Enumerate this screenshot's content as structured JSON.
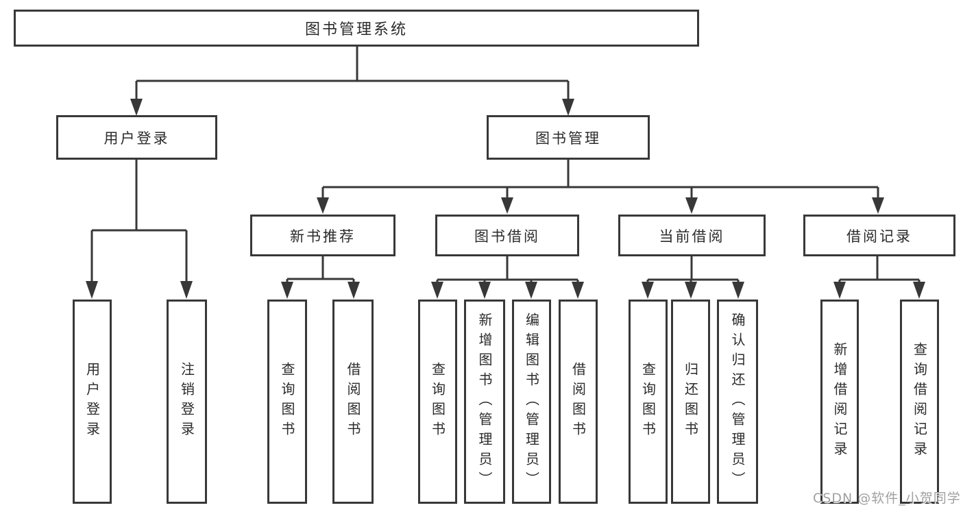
{
  "diagram": {
    "title": "图书管理系统",
    "colors": {
      "line": "#383838",
      "text": "#2b2b2b",
      "background": "#ffffff",
      "watermark": "#a0a0a0"
    },
    "nodes": {
      "root": {
        "label": "图书管理系统"
      },
      "user_login": {
        "label": "用户登录"
      },
      "book_mgmt": {
        "label": "图书管理"
      },
      "new_book_rec": {
        "label": "新书推荐"
      },
      "book_borrow": {
        "label": "图书借阅"
      },
      "current_borrow": {
        "label": "当前借阅"
      },
      "borrow_record": {
        "label": "借阅记录"
      },
      "leaf_user_login": {
        "label": "用户登录"
      },
      "leaf_logout": {
        "label": "注销登录"
      },
      "rec_query_book": {
        "label": "查询图书"
      },
      "rec_borrow_book": {
        "label": "借阅图书"
      },
      "bb_query_book": {
        "label": "查询图书"
      },
      "bb_add_book": {
        "label": "新增图书（管理员）"
      },
      "bb_edit_book": {
        "label": "编辑图书（管理员）"
      },
      "bb_borrow_book": {
        "label": "借阅图书"
      },
      "cb_query_book": {
        "label": "查询图书"
      },
      "cb_return_book": {
        "label": "归还图书"
      },
      "cb_confirm_return": {
        "label": "确认归还（管理员）"
      },
      "br_add_record": {
        "label": "新增借阅记录"
      },
      "br_query_record": {
        "label": "查询借阅记录"
      }
    },
    "edges": [
      [
        "图书管理系统",
        "用户登录"
      ],
      [
        "图书管理系统",
        "图书管理"
      ],
      [
        "用户登录",
        "用户登录"
      ],
      [
        "用户登录",
        "注销登录"
      ],
      [
        "图书管理",
        "新书推荐"
      ],
      [
        "图书管理",
        "图书借阅"
      ],
      [
        "图书管理",
        "当前借阅"
      ],
      [
        "图书管理",
        "借阅记录"
      ],
      [
        "新书推荐",
        "查询图书"
      ],
      [
        "新书推荐",
        "借阅图书"
      ],
      [
        "图书借阅",
        "查询图书"
      ],
      [
        "图书借阅",
        "新增图书（管理员）"
      ],
      [
        "图书借阅",
        "编辑图书（管理员）"
      ],
      [
        "图书借阅",
        "借阅图书"
      ],
      [
        "当前借阅",
        "查询图书"
      ],
      [
        "当前借阅",
        "归还图书"
      ],
      [
        "当前借阅",
        "确认归还（管理员）"
      ],
      [
        "借阅记录",
        "新增借阅记录"
      ],
      [
        "借阅记录",
        "查询借阅记录"
      ]
    ],
    "watermark": "CSDN @软件_小贺同学"
  }
}
